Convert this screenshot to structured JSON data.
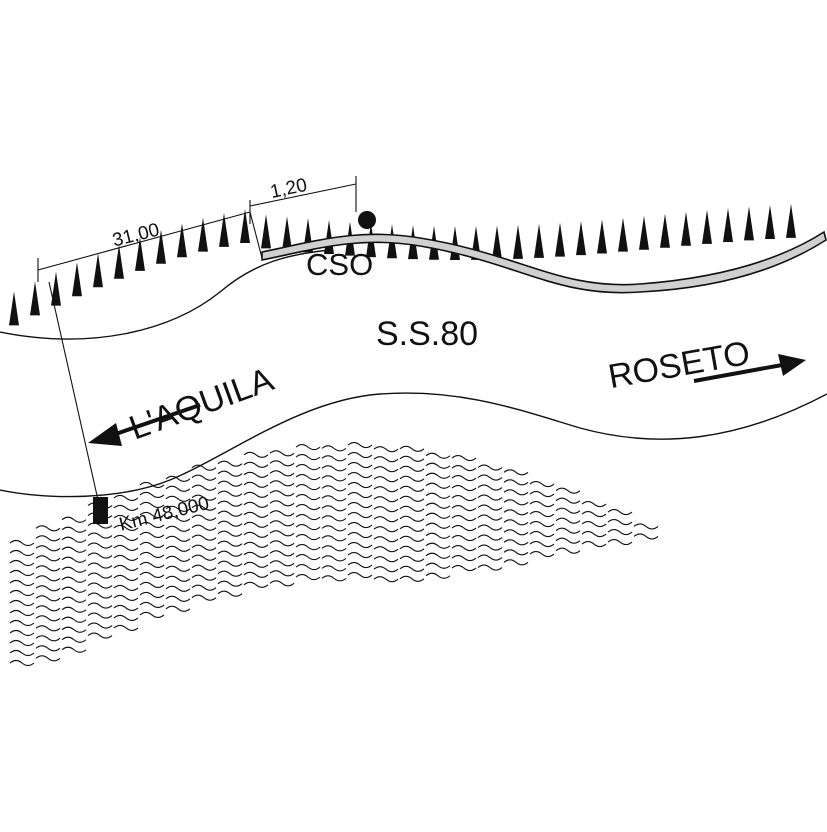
{
  "road": {
    "name": "S.S.80",
    "point_label": "CSO",
    "km_label": "Km 48,000"
  },
  "directions": {
    "west": "L'AQUILA",
    "east": "ROSETO"
  },
  "dimensions": {
    "long": "31,00",
    "short": "1,20"
  },
  "colors": {
    "ink": "#111111",
    "shoulder": "#d0d0d0"
  },
  "symbols": {
    "embankment": "triangle-hatch",
    "slope": "wavy-hatch"
  }
}
